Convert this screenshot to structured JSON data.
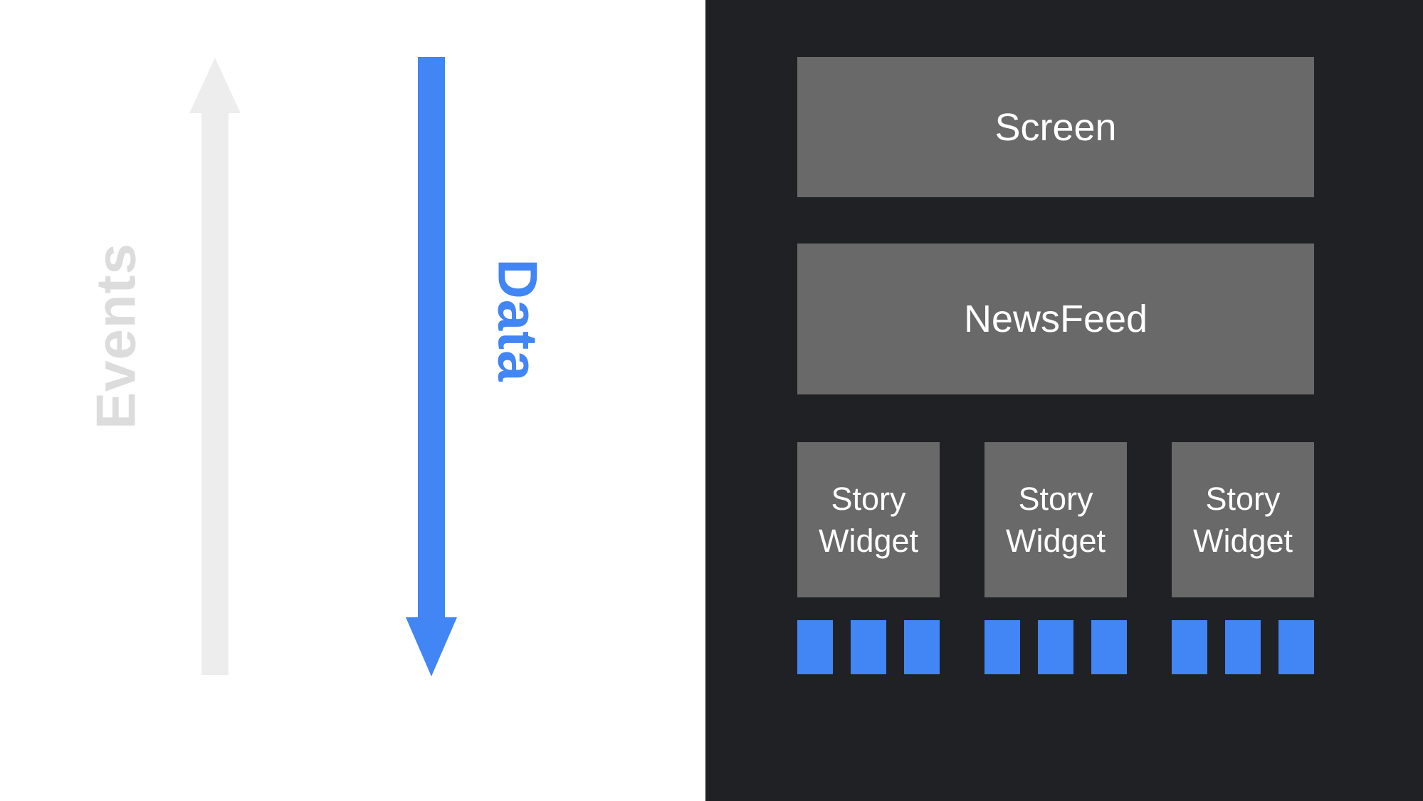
{
  "colors": {
    "blue": "#4285F4",
    "panel_dark": "#202124",
    "box_gray": "#696969",
    "arrow_gray": "#EDEDED",
    "events_text_gray": "#DCDCDC",
    "label_white": "#FFFFFF"
  },
  "left": {
    "events_label": "Events",
    "data_label": "Data",
    "events_arrow_direction": "up",
    "data_arrow_direction": "down"
  },
  "right": {
    "screen_label": "Screen",
    "newsfeed_label": "NewsFeed",
    "stories": [
      {
        "label": "Story Widget",
        "data_blocks": 3
      },
      {
        "label": "Story Widget",
        "data_blocks": 3
      },
      {
        "label": "Story Widget",
        "data_blocks": 3
      }
    ]
  }
}
